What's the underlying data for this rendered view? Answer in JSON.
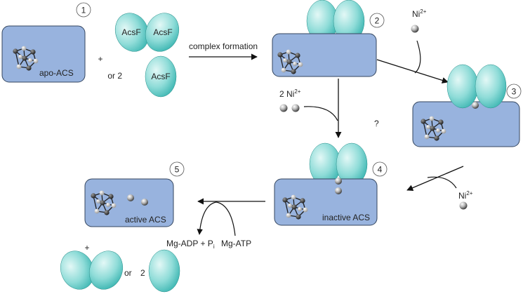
{
  "labels": {
    "apo_acs": "apo-ACS",
    "acsf_a": "AcsF",
    "acsf_b": "AcsF",
    "or_2_prefix": "or 2",
    "acsf_single": "AcsF",
    "complex_formation": "complex formation",
    "ni_2_prefix": "2 Ni",
    "ni_sup": "2+",
    "ni_top": "Ni",
    "ni_bottom": "Ni",
    "question": "?",
    "inactive_acs": "inactive ACS",
    "active_acs": "active ACS",
    "mg_adp": "Mg-ADP + P",
    "mg_adp_sub": "i",
    "mg_atp": "Mg-ATP",
    "plus_1": "+",
    "plus_2": "+",
    "or_bottom": "or",
    "two_bottom": "2"
  },
  "steps": [
    "1",
    "2",
    "3",
    "4",
    "5"
  ],
  "colors": {
    "protein_fill": "#98b3de",
    "protein_stroke": "#34465f",
    "acsf_light": "#dff7f5",
    "acsf_dark": "#3fbcb8",
    "metal_light": "#f4f4f4",
    "metal_dark": "#4a4a4a"
  }
}
